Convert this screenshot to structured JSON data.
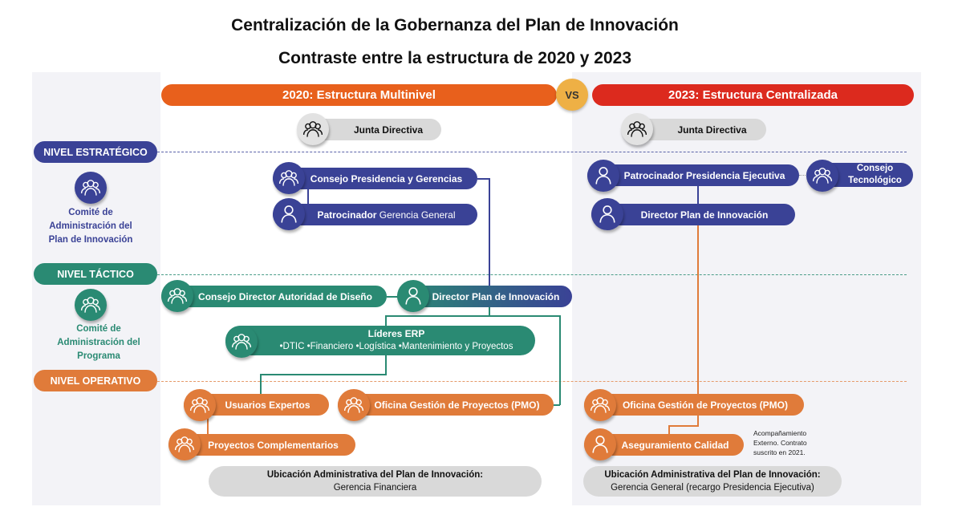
{
  "title": "Centralización de la Gobernanza del Plan de Innovación",
  "subtitle": "Contraste entre la estructura de 2020 y 2023",
  "header_2020": "2020: Estructura Multinivel",
  "vs": "VS",
  "header_2023": "2023: Estructura Centralizada",
  "levels": {
    "estrategico": "NIVEL ESTRATÉGICO",
    "tactico": "NIVEL TÁCTICO",
    "operativo": "NIVEL OPERATIVO"
  },
  "committees": {
    "plan": [
      "Comité de",
      "Administración del",
      "Plan de Innovación"
    ],
    "programa": [
      "Comité de",
      "Administración del",
      "Programa"
    ]
  },
  "s2020": {
    "junta": "Junta Directiva",
    "consejo_presidencia": "Consejo Presidencia y Gerencias",
    "patrocinador_bold": "Patrocinador",
    "patrocinador_rest": " Gerencia General",
    "consejo_director": "Consejo Director Autoridad de Diseño",
    "director_plan": "Director Plan de Innovación",
    "lideres_title": "Líderes ERP",
    "lideres_items": "•DTIC •Financiero •Logística •Mantenimiento y Proyectos",
    "usuarios": "Usuarios Expertos",
    "pmo": "Oficina Gestión de Proyectos (PMO)",
    "proyectos": "Proyectos Complementarios",
    "ubicacion_label": "Ubicación Administrativa del Plan de Innovación:",
    "ubicacion_value": "Gerencia Financiera"
  },
  "s2023": {
    "junta": "Junta Directiva",
    "patrocinador": "Patrocinador Presidencia Ejecutiva",
    "consejo_tec": [
      "Consejo",
      "Tecnológico"
    ],
    "director_plan": "Director Plan de Innovación",
    "pmo": "Oficina Gestión de Proyectos (PMO)",
    "calidad": "Aseguramiento Calidad",
    "note": [
      "Acompañamiento",
      "Externo. Contrato",
      "suscrito en 2021."
    ],
    "ubicacion_label": "Ubicación Administrativa del Plan de Innovación:",
    "ubicacion_value": "Gerencia General (recargo Presidencia Ejecutiva)"
  },
  "colors": {
    "navy": "#3a4296",
    "teal": "#2a8a73",
    "orange": "#e07b3a",
    "header2020": "#e8601c",
    "header2023": "#dc2a1e",
    "vs": "#eeb045"
  }
}
